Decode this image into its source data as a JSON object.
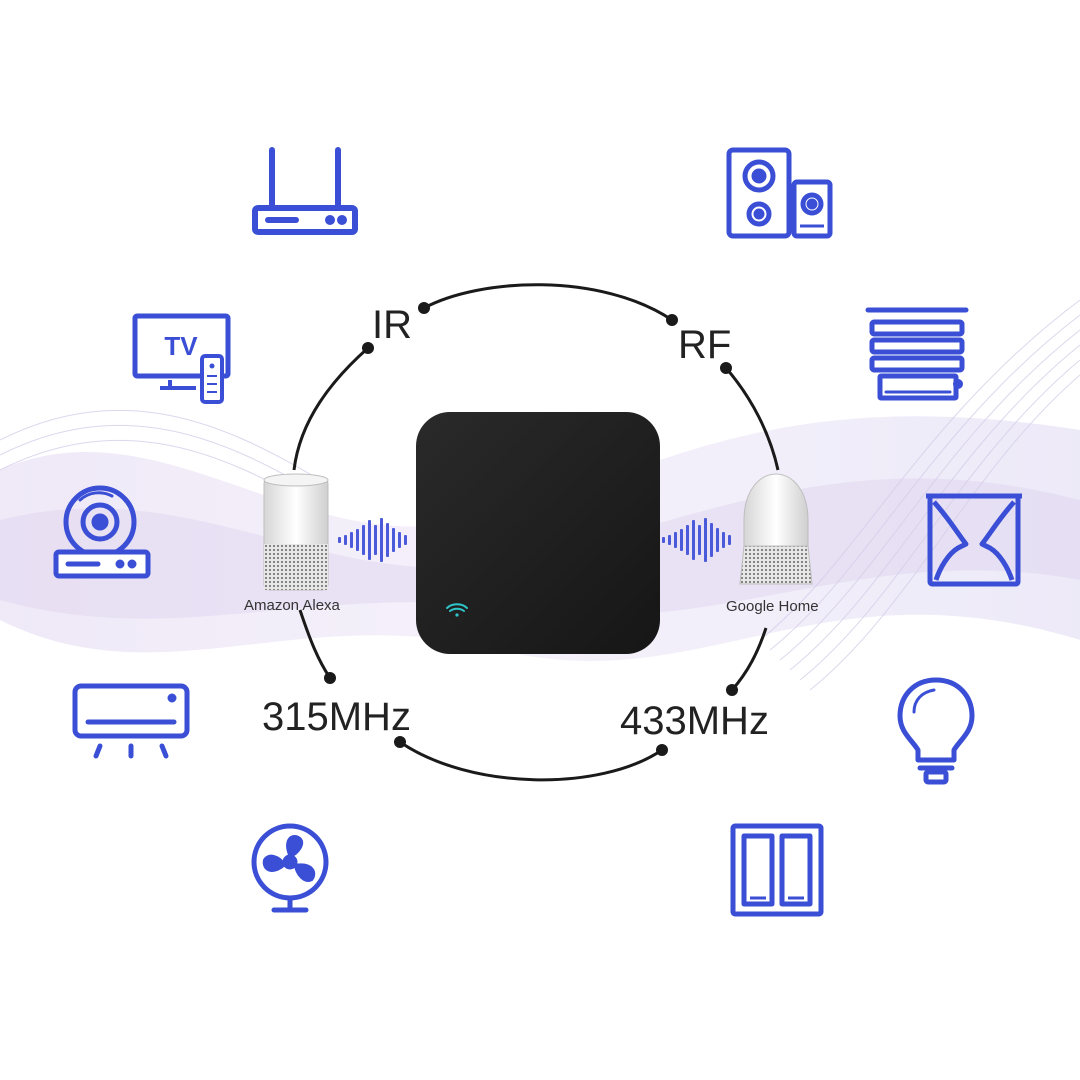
{
  "diagram": {
    "protocols": {
      "ir": "IR",
      "rf": "RF",
      "f315": "315MHz",
      "f433": "433MHz"
    },
    "assistants": {
      "alexa": "Amazon Alexa",
      "google": "Google Home"
    },
    "tv_text": "TV",
    "hub": {
      "wifi_icon": "wifi-icon"
    },
    "icons_left": [
      "router-icon",
      "tv-icon",
      "dvd-player-icon",
      "air-conditioner-icon",
      "fan-icon"
    ],
    "icons_right": [
      "speaker-icon",
      "blinds-icon",
      "curtain-icon",
      "light-bulb-icon",
      "wall-switch-icon"
    ],
    "colors": {
      "icon": "#3a4fd6",
      "hub": "#1e1e1e",
      "ring": "#1a1a1a",
      "wave": "#4a5ad8",
      "wifi": "#2ec4c9"
    }
  }
}
